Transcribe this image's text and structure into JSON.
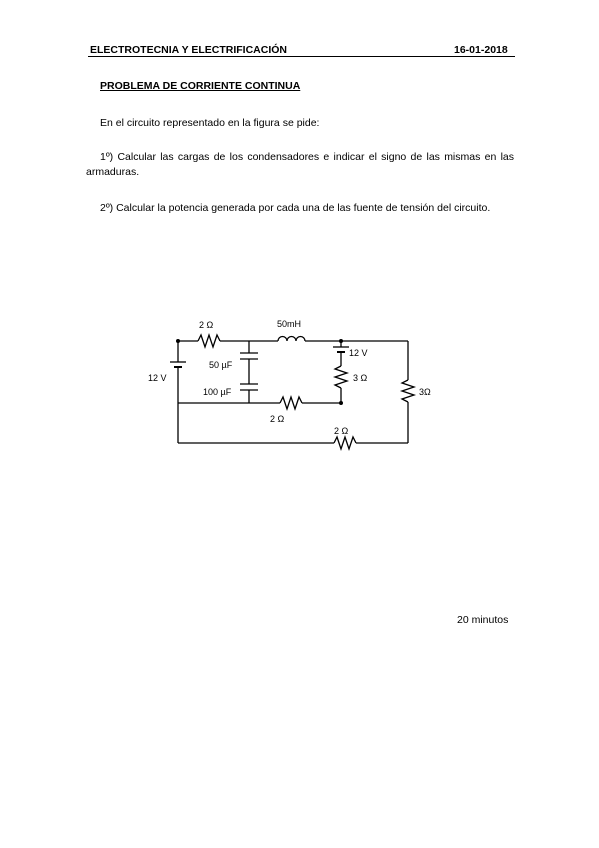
{
  "header": {
    "subject": "ELECTROTECNIA Y ELECTRIFICACIÓN",
    "date": "16-01-2018"
  },
  "problem": {
    "title": "PROBLEMA DE CORRIENTE CONTINUA",
    "intro": "En el circuito representado en la figura se pide:",
    "question_1": "1º) Calcular las cargas de los condensadores e indicar el signo de las mismas en las armaduras.",
    "question_2": "2º) Calcular la potencia generada por cada una de las fuente de tensión del circuito."
  },
  "circuit": {
    "r_top_left": "2 Ω",
    "inductor": "50mH",
    "source_inner": "12 V",
    "r_inner": "3 Ω",
    "r_right": "3Ω",
    "cap_top": "50 µF",
    "cap_bottom": "100 µF",
    "source_left": "12 V",
    "r_middle": "2 Ω",
    "r_bottom": "2 Ω"
  },
  "footer": {
    "duration": "20 minutos"
  }
}
